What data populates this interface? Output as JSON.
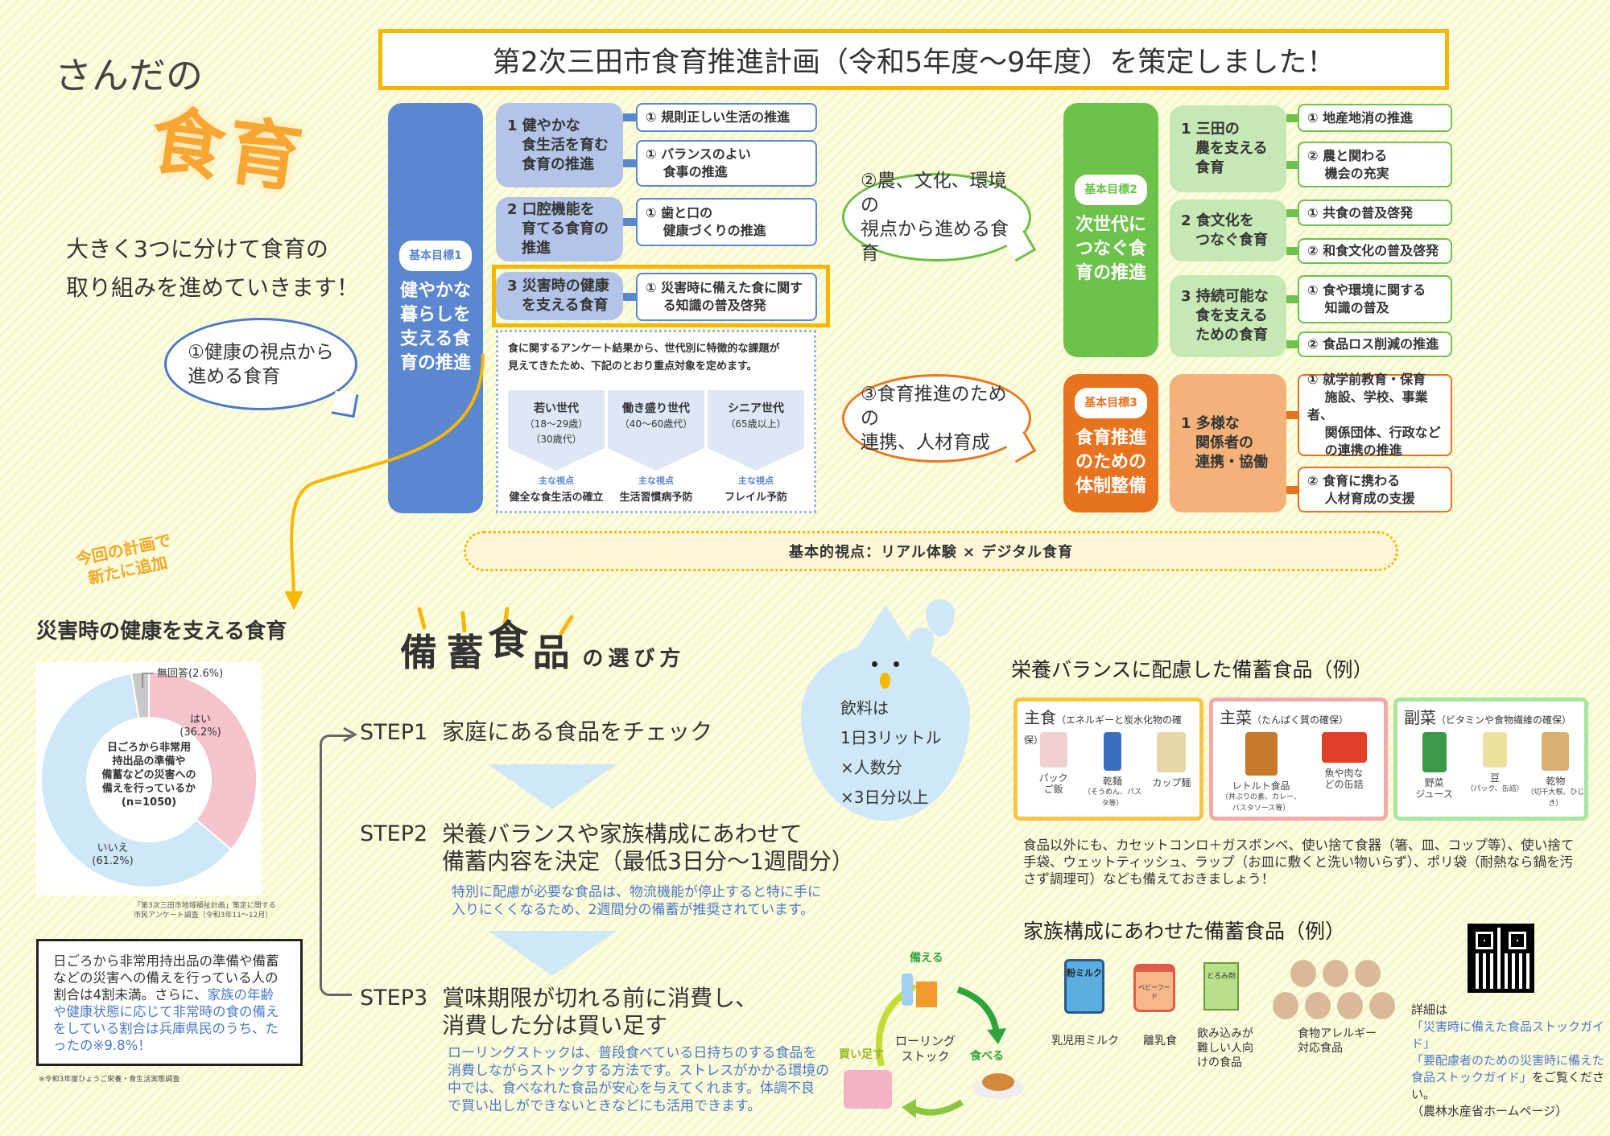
{
  "brand": {
    "line1": "さんだの",
    "line2": "食育"
  },
  "title": "第2次三田市食育推進計画（令和5年度～9年度）を策定しました！",
  "intro": "大きく3つに分けて食育の\n取り組みを進めていきます！",
  "bubbles": {
    "b1": "①健康の視点から\n進める食育",
    "b2": "②農、文化、環境の\n視点から進める食育",
    "b3": "③食育推進のための\n連携、人材育成"
  },
  "colors": {
    "goal1": "#5b86d0",
    "goal1_item": "#b3c4e8",
    "goal2": "#6cc24a",
    "goal2_item": "#c6e8b4",
    "goal3": "#e8731e",
    "goal3_item": "#f4b27a",
    "highlight": "#f5b700"
  },
  "goals": [
    {
      "badge": "基本目標1",
      "title": "健やかな\n暮らしを\n支える食\n育の推進",
      "items": [
        {
          "title": "1 健やかな\n　食生活を育む\n　食育の推進",
          "subs": [
            "① 規則正しい生活の推進",
            "① バランスのよい\n　 食事の推進"
          ]
        },
        {
          "title": "2 口腔機能を\n　育てる食育の\n　推進",
          "subs": [
            "① 歯と口の\n　 健康づくりの推進"
          ]
        },
        {
          "title": "3 災害時の健康\n　を支える食育",
          "subs": [
            "① 災害時に備えた食に関す\n　 る知識の普及啓発"
          ]
        }
      ]
    },
    {
      "badge": "基本目標2",
      "title": "次世代に\nつなぐ食\n育の推進",
      "items": [
        {
          "title": "1 三田の\n　農を支える\n　食育",
          "subs": [
            "① 地産地消の推進",
            "② 農と関わる\n　 機会の充実"
          ]
        },
        {
          "title": "2 食文化を\n　つなぐ食育",
          "subs": [
            "① 共食の普及啓発",
            "② 和食文化の普及啓発"
          ]
        },
        {
          "title": "3 持続可能な\n　食を支える\n　ための食育",
          "subs": [
            "① 食や環境に関する\n　 知識の普及",
            "② 食品ロス削減の推進"
          ]
        }
      ]
    },
    {
      "badge": "基本目標3",
      "title": "食育推進\nのための\n体制整備",
      "items": [
        {
          "title": "1 多様な\n　関係者の\n　連携・協働",
          "subs": [
            "① 就学前教育・保育\n　 施設、学校、事業者、\n　 関係団体、行政など\n　 の連携の推進",
            "② 食育に携わる\n　 人材育成の支援"
          ]
        }
      ]
    }
  ],
  "survey": {
    "lead": "食に関するアンケート結果から、世代別に特徴的な課題が\n見えてきたため、下記のとおり重点対象を定めます。",
    "generations": [
      {
        "name": "若い世代",
        "age": "（18～29歳）\n（30歳代）",
        "view_label": "主な視点",
        "view": "健全な食生活の確立"
      },
      {
        "name": "働き盛り世代",
        "age": "（40～60歳代）",
        "view_label": "主な視点",
        "view": "生活習慣病予防"
      },
      {
        "name": "シニア世代",
        "age": "（65歳以上）",
        "view_label": "主な視点",
        "view": "フレイル予防"
      }
    ]
  },
  "perspective": "基本的視点：リアル体験 × デジタル食育",
  "added": "今回の計画で\n新たに追加",
  "disaster_heading": "災害時の健康を支える食育",
  "chart_data": {
    "type": "pie",
    "donut": true,
    "center_label": "日ごろから非常用\n持出品の準備や\n備蓄などの災害への\n備えを行っているか\n(n=1050)",
    "slices": [
      {
        "label": "はい",
        "value": 36.2,
        "display": "はい\n(36.2%)",
        "color": "#f4c3cc"
      },
      {
        "label": "いいえ",
        "value": 61.2,
        "display": "いいえ\n(61.2%)",
        "color": "#cfe8f8"
      },
      {
        "label": "無回答",
        "value": 2.6,
        "display": "無回答(2.6%)",
        "color": "#c8c8c8"
      }
    ],
    "source": "「第3次三田市地域福祉計画」策定に関する\n市民アンケート調査（令和3年11～12月）"
  },
  "note_box": {
    "plain": "日ごろから非常用持出品の準備や備蓄などの災害への備えを行っている人の割合は4割未満。さらに、",
    "blue": "家族の年齢や健康状態に応じて非常時の食の備えをしている割合は兵庫県民のうち、たったの※9.8%！"
  },
  "footnote": "※令和3年度ひょうご栄養・食生活実態調査",
  "selection": {
    "t1": "備",
    "t2": "蓄",
    "t3": "食",
    "t4": "品",
    "t5": "の選び方"
  },
  "steps": [
    {
      "num": "STEP1",
      "text": "家庭にある食品をチェック"
    },
    {
      "num": "STEP2",
      "text": "栄養バランスや家族構成にあわせて\n備蓄内容を決定（最低3日分～1週間分）",
      "note": "特別に配慮が必要な食品は、物流機能が停止すると特に手に\n入りにくくなるため、2週間分の備蓄が推奨されています。"
    },
    {
      "num": "STEP3",
      "text": "賞味期限が切れる前に消費し、\n消費した分は買い足す",
      "note": "ローリングストックは、普段食べている日持ちのする食品を\n消費しながらストックする方法です。ストレスがかかる環境の\n中では、食べなれた食品が安心を与えてくれます。体調不良\nで買い出しができないときなどにも活用できます。"
    }
  ],
  "drink": "飲料は\n1日3リットル\n×人数分\n×3日分以上",
  "rolling": {
    "center": "ローリング\nストック",
    "prepare": "備える",
    "eat": "食べる",
    "buy": "買い足す"
  },
  "balance": {
    "heading": "栄養バランスに配慮した備蓄食品（例）",
    "cats": [
      {
        "name": "主食",
        "desc": "（エネルギーと炭水化物の確保）",
        "color": "#f7c544",
        "foods": [
          {
            "name": "パック\nご飯"
          },
          {
            "name": "乾麺",
            "sub": "（そうめん、パスタ等）"
          },
          {
            "name": "カップ麺"
          }
        ]
      },
      {
        "name": "主菜",
        "desc": "（たんぱく質の確保）",
        "color": "#f4a9a8",
        "foods": [
          {
            "name": "レトルト食品",
            "sub": "（丼ぶりの素、カレー、\nパスタソース等）"
          },
          {
            "name": "魚や肉な\nどの缶詰"
          }
        ]
      },
      {
        "name": "副菜",
        "desc": "（ビタミンや食物繊維の確保）",
        "color": "#a8e6a0",
        "foods": [
          {
            "name": "野菜\nジュース"
          },
          {
            "name": "豆",
            "sub": "（パック、缶詰）"
          },
          {
            "name": "乾物",
            "sub": "（切干大根、ひじき）"
          }
        ]
      }
    ],
    "other": "食品以外にも、カセットコンロ＋ガスボンベ、使い捨て食器（箸、皿、コップ等）、使い捨て\n手袋、ウェットティッシュ、ラップ（お皿に敷くと洗い物いらず）、ポリ袋（耐熱なら鍋を汚\nさず調理可）なども備えておきましょう！"
  },
  "family": {
    "heading": "家族構成にあわせた備蓄食品（例）",
    "items": [
      {
        "name": "乳児用ミルク",
        "label": "粉ミルク"
      },
      {
        "name": "離乳食",
        "label": "ベビーフード"
      },
      {
        "name": "飲み込みが\n難しい人向\nけの食品",
        "label": "とろみ剤"
      },
      {
        "name": "食物アレルギー\n対応食品"
      }
    ]
  },
  "details": {
    "lead": "詳細は",
    "link1": "「災害時に備えた食品ストックガイド」",
    "link2": "「要配慮者のための災害時に備えた\n食品ストックガイド」",
    "tail": "をご覧ください。",
    "source": "（農林水産省ホームページ）"
  }
}
